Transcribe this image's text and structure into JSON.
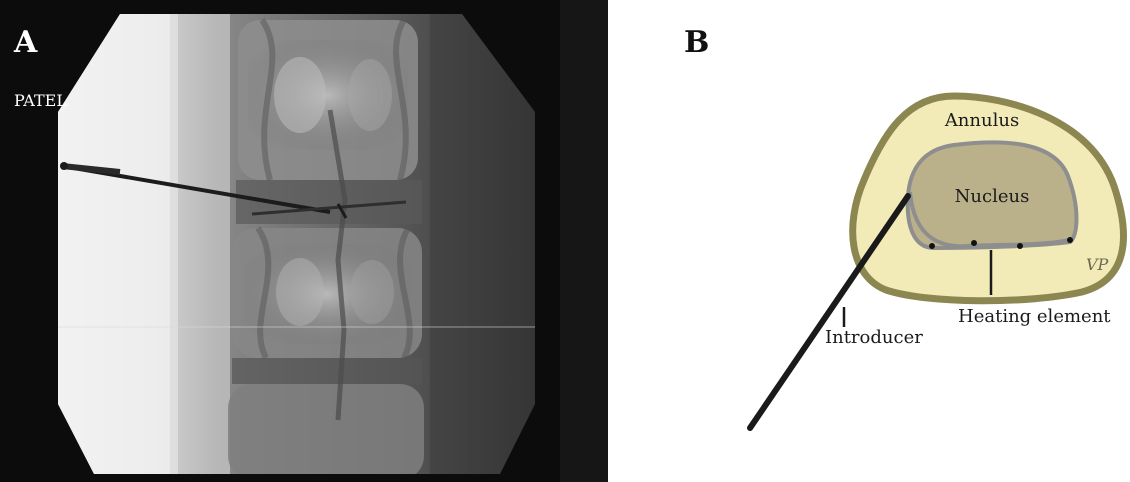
{
  "panels": {
    "a": {
      "letter": "A",
      "patient_label": "PATEL"
    },
    "b": {
      "letter": "B",
      "labels": {
        "annulus": "Annulus",
        "nucleus": "Nucleus",
        "heating_element": "Heating element",
        "introducer": "Introducer"
      },
      "signature": "VP"
    }
  },
  "colors": {
    "xray_background": "#111111",
    "annulus_fill": "#f2ebb8",
    "annulus_outline": "#8c8651",
    "nucleus_fill": "#bab18a",
    "nucleus_outline": "#8e8e8e",
    "probe": "#1a1a1a"
  }
}
